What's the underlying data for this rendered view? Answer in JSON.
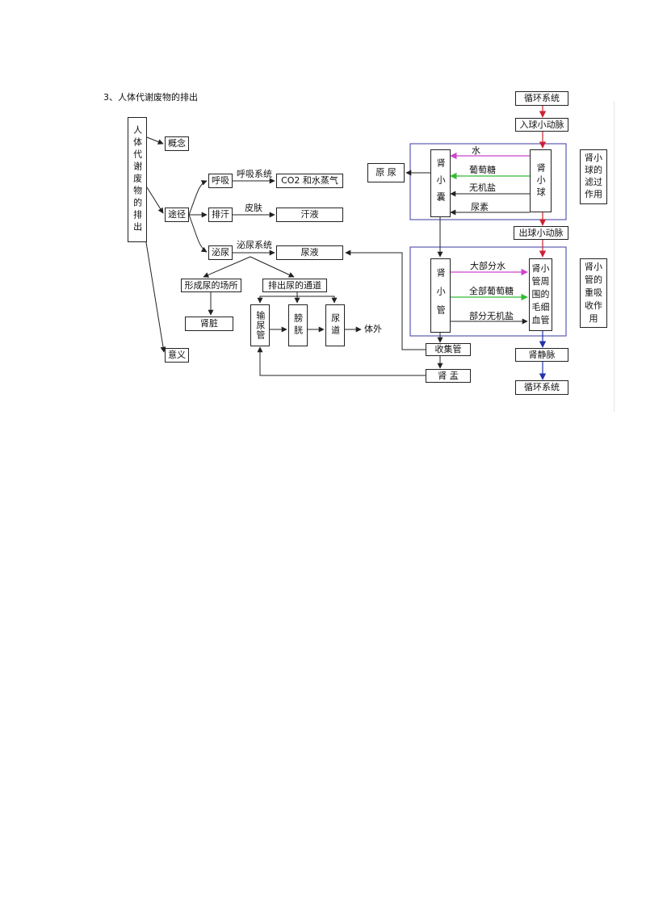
{
  "title": "3、人体代谢废物的排出",
  "concept_map": {
    "root": "人体代谢废物的排出",
    "concept": "概念",
    "pathway": "途径",
    "meaning": "意义",
    "breathe": "呼吸",
    "sweat": "排汗",
    "urinate": "泌尿",
    "respiratory_system": "呼吸系统",
    "skin": "皮肤",
    "urinary_system": "泌尿系统",
    "co2_water_vapor": "CO2 和水蒸气",
    "sweat_fluid": "汗液",
    "urine": "尿液",
    "urine_forming_place": "形成尿的场所",
    "urine_exit_channel": "排出尿的通道",
    "kidney": "肾脏",
    "ureter": "输尿管",
    "bladder": "膀胱",
    "urethra": "尿道",
    "outside_body": "体外"
  },
  "flow_diagram": {
    "circulation_top": "循环系统",
    "afferent_arteriole": "入球小动脉",
    "glomerulus": "肾小球",
    "bowman_capsule": "肾小囊",
    "primary_urine": "原 尿",
    "filtration_label": "肾小球的滤过作用",
    "filtered_water": "水",
    "filtered_glucose": "葡萄糖",
    "filtered_salts": "无机盐",
    "filtered_urea": "尿素",
    "efferent_arteriole": "出球小动脉",
    "renal_tubule": "肾小管",
    "peritubular_capillaries": "肾小管周围的毛细血管",
    "reabsorption_label": "肾小管的重吸收作用",
    "reabsorb_water": "大部分水",
    "reabsorb_glucose": "全部葡萄糖",
    "reabsorb_salts": "部分无机盐",
    "collecting_duct": "收集管",
    "renal_vein": "肾静脉",
    "renal_pelvis": "肾 盂",
    "circulation_bottom": "循环系统"
  },
  "colors": {
    "stroke": "#222222",
    "region_border": "#5a5ab0",
    "water_arrow": "#cc44cc",
    "glucose_arrow": "#33bb33",
    "blood_down_arrow": "#cc2233",
    "vein_arrow": "#2233aa"
  }
}
